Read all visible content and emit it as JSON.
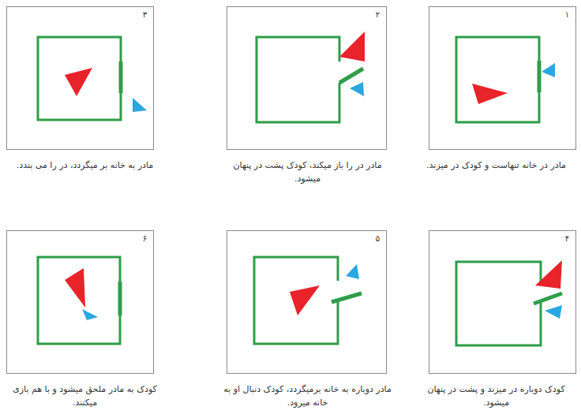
{
  "diagram": {
    "nodes": [
      {
        "text": [
          "۱",
          "مادر در خانه تنهاست و کودک در میزند."
        ]
      },
      {
        "text": [
          "۲",
          "مادر در را باز میکند، کودک پشت در پنهان میشود."
        ]
      },
      {
        "text": [
          "۳",
          "مادر به خانه بر میگردد، در را می بندد."
        ]
      },
      {
        "text": [
          "۴",
          "کودک دوباره در میزند و پشت در پنهان میشود."
        ]
      },
      {
        "text": [
          "۵",
          "مادر دوباره به خانه برمیگردد، کودک دنبال او به خانه میرود."
        ]
      },
      {
        "text": [
          "۶",
          "کودک به مادر ملحق میشود و با هم بازی میکنند."
        ]
      }
    ]
  }
}
